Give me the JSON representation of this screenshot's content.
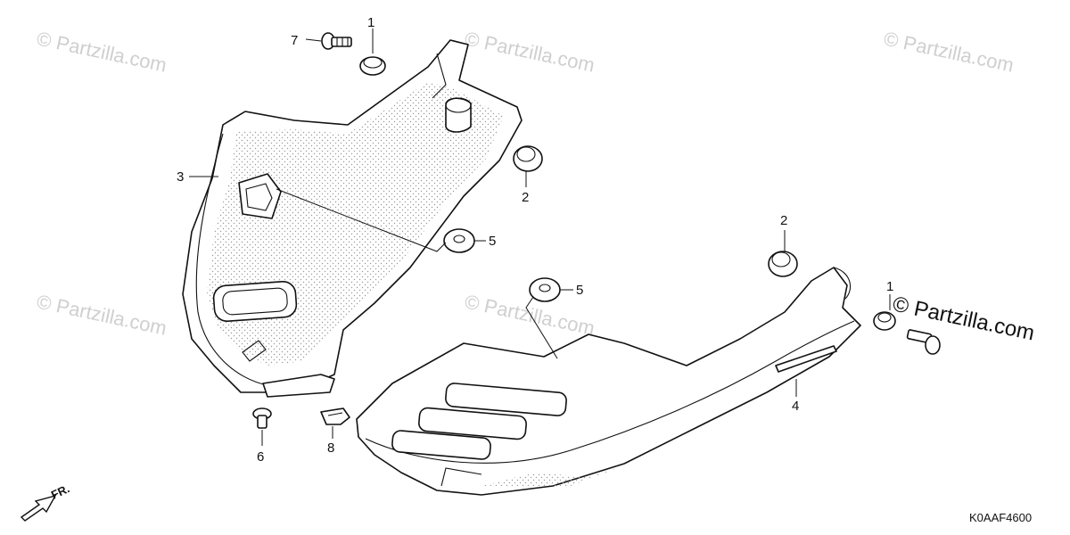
{
  "watermark": {
    "text": "© Partzilla.com",
    "strong_text": "© Partzilla.com"
  },
  "diagram_code": "K0AAF4600",
  "direction_label": "FR.",
  "callouts": {
    "c1_top": "1",
    "c7": "7",
    "c3": "3",
    "c2_upper": "2",
    "c5_left": "5",
    "c6": "6",
    "c8": "8",
    "c5_right": "5",
    "c2_right": "2",
    "c1_right": "1",
    "c4": "4"
  },
  "colors": {
    "line": "#111111",
    "watermark": "#cfcfcf",
    "stipple": "#9a9a9a"
  }
}
